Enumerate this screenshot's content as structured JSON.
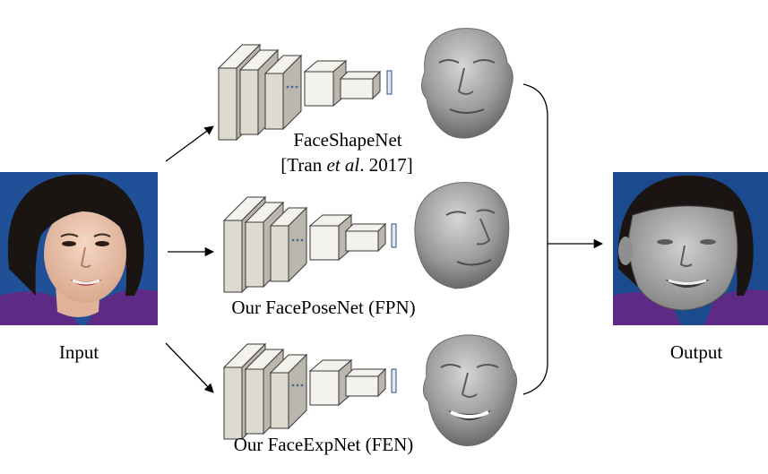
{
  "labels": {
    "input": "Input",
    "output": "Output",
    "face_shape_net_line1": "FaceShapeNet",
    "face_shape_net_cite_prefix": "[Tran ",
    "face_shape_net_cite_italic": "et al",
    "face_shape_net_cite_suffix": ". 2017]",
    "face_pose_net": "Our FacePoseNet (FPN)",
    "face_exp_net": "Our FaceExpNet (FEN)"
  },
  "colors": {
    "layer_fill": "#dedad0",
    "layer_stroke": "#3a3a3a",
    "fc_fill": "#dfe8f3",
    "fc_stroke": "#2f4f80",
    "arrow": "#000000",
    "face_mesh": "#8c8c8c",
    "photo_background": "#1b4a8f",
    "clothing": "#5d2a86"
  },
  "icons": {
    "input_photo": "input-face-photo",
    "output_photo": "output-face-render",
    "shape_mesh": "neutral-3d-face-mesh",
    "pose_mesh": "posed-3d-face-mesh",
    "expression_mesh": "smiling-3d-face-mesh"
  }
}
